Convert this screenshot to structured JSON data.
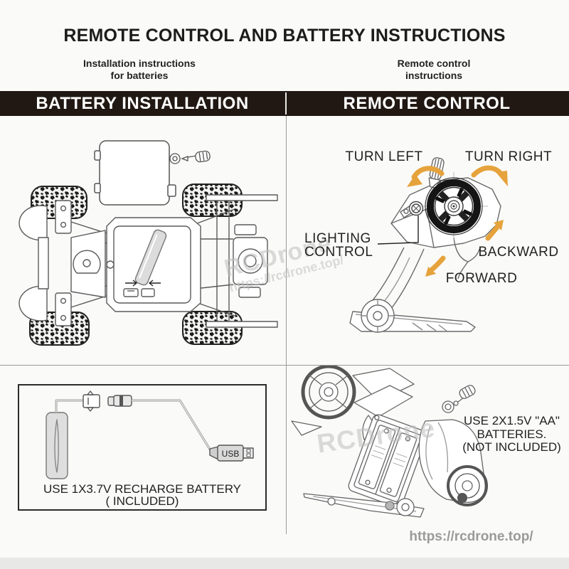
{
  "header": {
    "title": "REMOTE CONTROL AND BATTERY INSTRUCTIONS"
  },
  "columns": {
    "left": {
      "subtitle": [
        "Installation instructions",
        "for batteries"
      ],
      "bar_label": "BATTERY INSTALLATION"
    },
    "right": {
      "subtitle": [
        "Remote control",
        "instructions"
      ],
      "bar_label": "REMOTE CONTROL"
    }
  },
  "remote_diagram": {
    "turn_left": "TURN LEFT",
    "turn_right": "TURN RIGHT",
    "lighting": [
      "LIGHTING",
      "CONTROL"
    ],
    "backward": "BACKWARD",
    "forward": "FORWARD"
  },
  "battery_box": {
    "caption": [
      "USE 1X3.7V RECHARGE BATTERY",
      "( INCLUDED)"
    ],
    "usb_label": "USB"
  },
  "aa_note": {
    "lines": [
      "USE 2X1.5V \"AA\"",
      "BATTERIES.",
      "(NOT INCLUDED)"
    ]
  },
  "watermarks": {
    "brand": "RCDrone",
    "url": "https://rcdrone.top/"
  },
  "footer": {
    "url": "https://rcdrone.top/"
  },
  "colors": {
    "header_bar": "#211813",
    "accent_arrow": "#E6A33C",
    "line_art": "#5f6368",
    "watermark": "#c0c0c0",
    "footer_text": "#9a9a9a"
  }
}
